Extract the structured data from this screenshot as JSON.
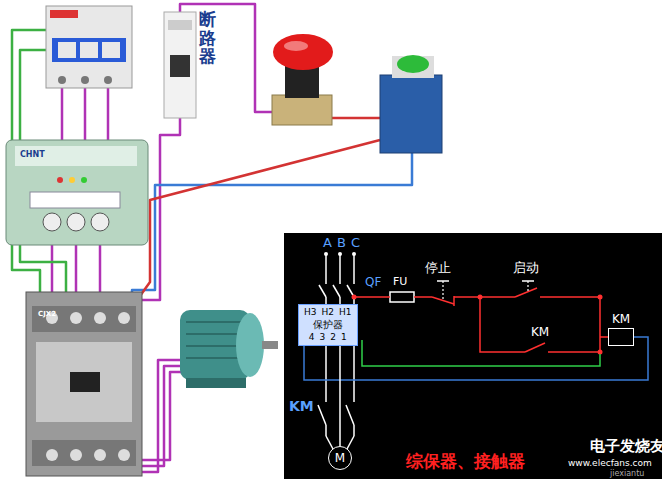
{
  "diagram": {
    "nodes": [
      {
        "text": [
          "H3",
          "H2",
          "H1",
          "保护器",
          "4",
          "3",
          "2",
          "1"
        ]
      },
      {
        "text": [
          "KM"
        ]
      },
      {
        "text": [
          "M"
        ]
      }
    ],
    "edges": [
      {
        "from": 0,
        "to": 1,
        "arrow": "none"
      },
      {
        "from": 0,
        "to": 2,
        "arrow": "none"
      }
    ],
    "labels": [
      "断路器",
      "CHNT",
      "CJX2",
      "A",
      "B",
      "C",
      "QF",
      "FU",
      "停止",
      "启动",
      "KM",
      "KM",
      "综保器、接触器",
      "电子发烧友",
      "www.elecfans.com",
      "jiexiantu"
    ]
  }
}
